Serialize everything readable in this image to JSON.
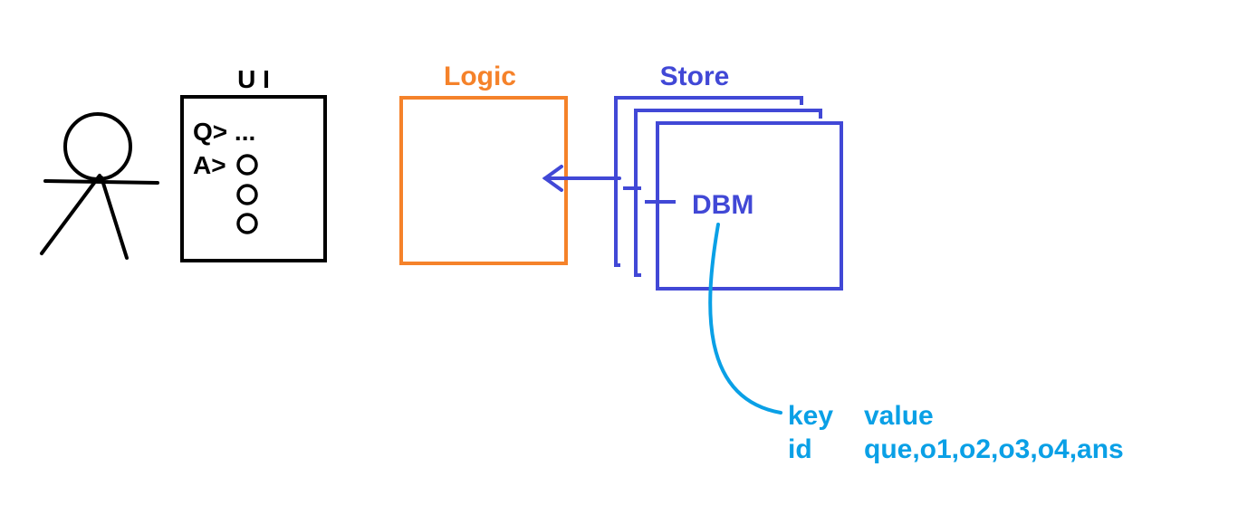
{
  "ui_box": {
    "title": "U I",
    "question_line": "Q> ...",
    "answer_prefix": "A>"
  },
  "logic_box": {
    "title": "Logic"
  },
  "store": {
    "title": "Store",
    "dbm_label": "DBM"
  },
  "kv_table": {
    "headers": [
      "key",
      "value"
    ],
    "rows": [
      [
        "id",
        "que,o1,o2,o3,o4,ans"
      ]
    ]
  },
  "colors": {
    "ink": "#000000",
    "logic": "#f5822a",
    "store": "#4148d6",
    "kv": "#0aa0e6"
  }
}
